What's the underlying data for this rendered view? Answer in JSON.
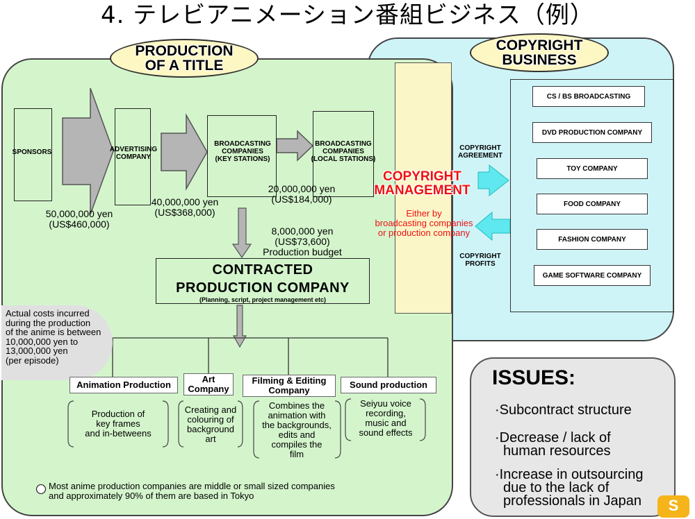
{
  "title": "4. テレビアニメーション番組ビジネス（例）",
  "production": {
    "heading_line1": "PRODUCTION",
    "heading_line2": "OF A TITLE"
  },
  "copyright_business": {
    "heading_line1": "COPYRIGHT",
    "heading_line2": "BUSINESS",
    "companies": [
      "CS / BS BROADCASTING",
      "DVD PRODUCTION COMPANY",
      "TOY COMPANY",
      "FOOD COMPANY",
      "FASHION COMPANY",
      "GAME SOFTWARE COMPANY"
    ]
  },
  "flow": {
    "sponsors": "SPONSORS",
    "advertising_line1": "ADVERTISING",
    "advertising_line2": "COMPANY",
    "key_line1": "BROADCASTING",
    "key_line2": "COMPANIES",
    "key_line3": "(KEY STATIONS)",
    "local_line1": "BROADCASTING",
    "local_line2": "COMPANIES",
    "local_line3": "(LOCAL STATIONS)"
  },
  "money": {
    "sponsor_yen": "50,000,000 yen",
    "sponsor_usd": "(US$460,000)",
    "advert_yen": "40,000,000 yen",
    "advert_usd": "(US$368,000)",
    "local_yen": "20,000,000 yen",
    "local_usd": "(US$184,000)",
    "budget_yen": "8,000,000 yen",
    "budget_usd": "(US$73,600)",
    "budget_label": "Production budget"
  },
  "copyright": {
    "management_line1": "COPYRIGHT",
    "management_line2": "MANAGEMENT",
    "either_line1": "Either by",
    "either_line2": "broadcasting companies",
    "either_line3": "or production company",
    "agreement_line1": "COPYRIGHT",
    "agreement_line2": "AGREEMENT",
    "profits_line1": "COPYRIGHT",
    "profits_line2": "PROFITS"
  },
  "contracted": {
    "line1": "CONTRACTED",
    "line2": "PRODUCTION COMPANY",
    "sub": "(Planning, script, project management etc)"
  },
  "actual_costs": [
    "Actual costs incurred",
    "during the production",
    "of the anime is between",
    "10,000,000 yen to",
    "13,000,000 yen",
    "(per episode)"
  ],
  "departments": [
    {
      "name_line1": "Animation Production",
      "name_line2": "",
      "desc": [
        "Production of",
        "key frames",
        "and in-betweens"
      ]
    },
    {
      "name_line1": "Art",
      "name_line2": "Company",
      "desc": [
        "Creating and",
        "colouring of",
        "background",
        "art"
      ]
    },
    {
      "name_line1": "Filming & Editing",
      "name_line2": "Company",
      "desc": [
        "Combines the",
        "animation with",
        "the backgrounds,",
        "edits and",
        "compiles the",
        "film"
      ]
    },
    {
      "name_line1": "Sound production",
      "name_line2": "",
      "desc": [
        "Seiyuu voice",
        "recording,",
        "music and",
        "sound effects"
      ]
    }
  ],
  "note_line1": "Most anime production companies are middle or small sized companies",
  "note_line2": "and approximately 90% of them are based in Tokyo",
  "issues": {
    "heading": "ISSUES:",
    "items": [
      [
        "Subcontract structure"
      ],
      [
        "Decrease / lack of",
        "human resources"
      ],
      [
        "Increase in outsourcing",
        "due to the lack of",
        "professionals in Japan"
      ]
    ]
  },
  "logo_text": "S",
  "colors": {
    "production_bg": "#d4f5cc",
    "copyright_bg": "#cff4f8",
    "oval_bg": "#fdf7c4",
    "management_red": "#e11111",
    "arrow_cyan": "#5fe8ef",
    "arrow_gray": "#b5b5b5",
    "issues_bg": "#e7e7e7"
  }
}
